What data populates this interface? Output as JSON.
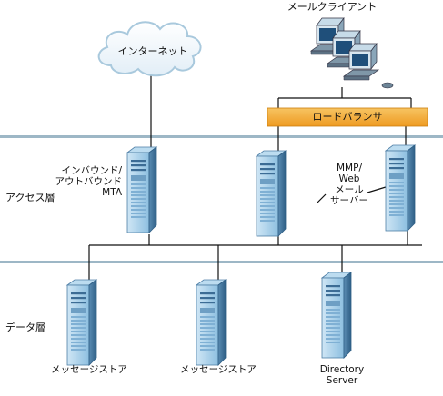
{
  "title": "",
  "cloud": {
    "label": "インターネット"
  },
  "mail_client": {
    "label": "メールクライアント"
  },
  "load_balancer": {
    "label": "ロードバランサ"
  },
  "tiers": {
    "access": "アクセス層",
    "data": "データ層"
  },
  "mta": {
    "label_lines": [
      "インバウンド/",
      "アウトバウンド",
      "MTA"
    ]
  },
  "mmp": {
    "label_lines": [
      "MMP/",
      "Web",
      "メール",
      "サーバー"
    ]
  },
  "stores": [
    {
      "label": "メッセージストア"
    },
    {
      "label": "メッセージストア"
    }
  ],
  "directory": {
    "label_lines": [
      "Directory",
      "Server"
    ]
  },
  "colors": {
    "tier_line": "#9db7c6",
    "load_balancer": "#f2a531",
    "server_body": "#9cc9e6",
    "server_dark": "#2f5f86",
    "cloud_fill": "#eef6fb",
    "cloud_stroke": "#a9c9dd"
  }
}
